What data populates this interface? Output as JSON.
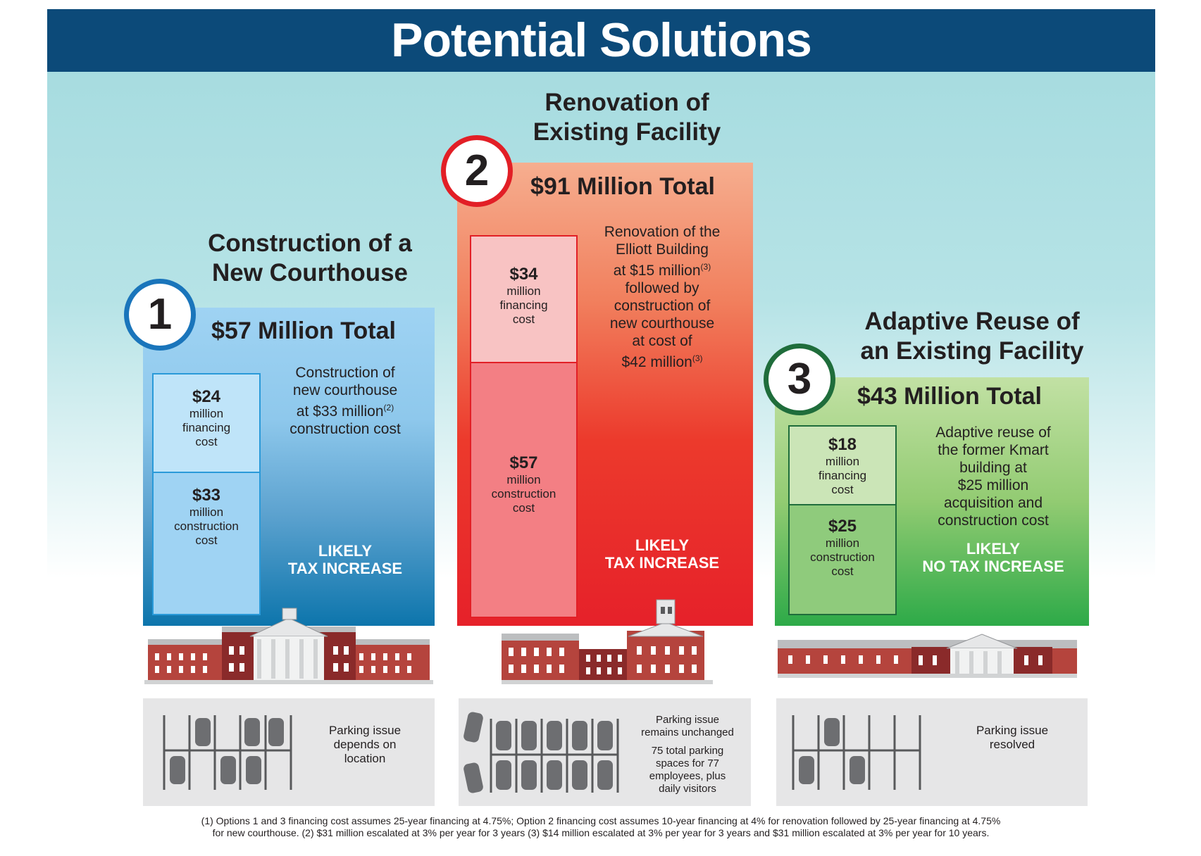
{
  "header": {
    "title": "Potential Solutions"
  },
  "options": [
    {
      "number": "1",
      "title_line1": "Construction of a",
      "title_line2": "New Courthouse",
      "total": "$57 Million Total",
      "financing": {
        "amount": "$24",
        "line1": "million",
        "line2": "financing",
        "line3": "cost"
      },
      "construction": {
        "amount": "$33",
        "line1": "million",
        "line2": "construction",
        "line3": "cost"
      },
      "description": [
        "Construction of",
        "new courthouse",
        "at $33 million",
        "construction cost"
      ],
      "description_note": "(2)",
      "tax_line1": "LIKELY",
      "tax_line2": "TAX INCREASE",
      "parking": [
        "Parking issue",
        "depends on",
        "location"
      ],
      "accent_color": "#1a75bb"
    },
    {
      "number": "2",
      "title_line1": "Renovation of",
      "title_line2": "Existing Facility",
      "total": "$91 Million Total",
      "financing": {
        "amount": "$34",
        "line1": "million",
        "line2": "financing",
        "line3": "cost"
      },
      "construction": {
        "amount": "$57",
        "line1": "million",
        "line2": "construction",
        "line3": "cost"
      },
      "description": [
        "Renovation of the",
        "Elliott Building",
        "at $15 million",
        "followed by",
        "construction of",
        "new courthouse",
        "at cost of",
        "$42 million"
      ],
      "description_note": "(3)",
      "tax_line1": "LIKELY",
      "tax_line2": "TAX INCREASE",
      "parking": [
        "Parking issue",
        "remains unchanged"
      ],
      "parking_detail": [
        "75 total parking",
        "spaces for 77",
        "employees, plus",
        "daily visitors"
      ],
      "accent_color": "#e21f26"
    },
    {
      "number": "3",
      "title_line1": "Adaptive Reuse of",
      "title_line2": "an Existing Facility",
      "total": "$43 Million Total",
      "financing": {
        "amount": "$18",
        "line1": "million",
        "line2": "financing",
        "line3": "cost"
      },
      "construction": {
        "amount": "$25",
        "line1": "million",
        "line2": "construction",
        "line3": "cost"
      },
      "description": [
        "Adaptive reuse of",
        "the former Kmart",
        "building at",
        "$25 million",
        "acquisition and",
        "construction cost"
      ],
      "tax_line1": "LIKELY",
      "tax_line2": "NO TAX INCREASE",
      "parking": [
        "Parking issue",
        "resolved"
      ],
      "accent_color": "#1f6d3b"
    }
  ],
  "footnote": {
    "line1": "(1) Options 1 and 3 financing cost assumes 25-year financing at 4.75%; Option 2 financing cost assumes 10-year financing at 4% for renovation followed by 25-year financing at 4.75%",
    "line2": "for new courthouse. (2) $31 million escalated at 3% per year for 3 years (3) $14 million escalated at 3% per year for 3 years and $31 million escalated at 3% per year for 10 years."
  },
  "icons": [
    "courthouse-building-icon",
    "parking-lot-icon",
    "car-icon"
  ]
}
